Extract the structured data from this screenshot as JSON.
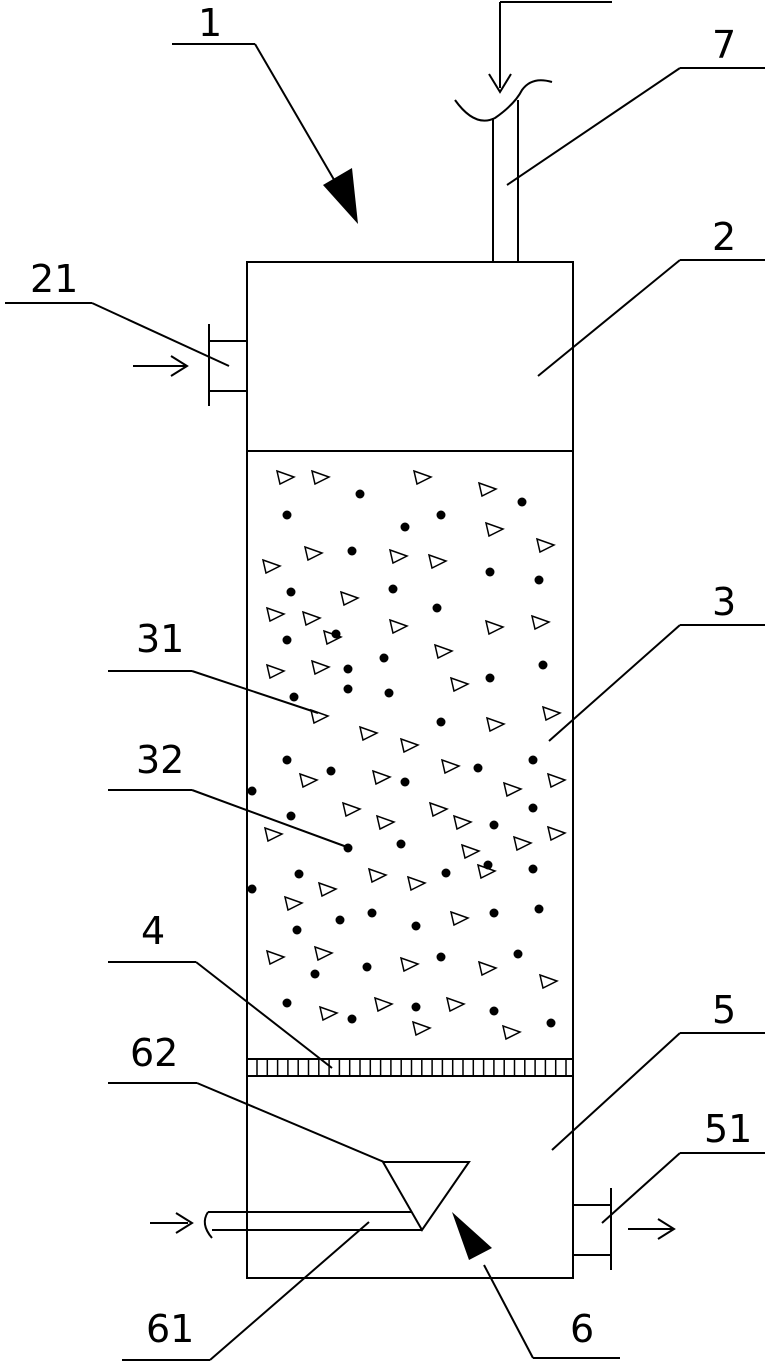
{
  "labels": {
    "l1": "1",
    "l2": "2",
    "l3": "3",
    "l4": "4",
    "l5": "5",
    "l6": "6",
    "l7": "7",
    "l21": "21",
    "l31": "31",
    "l32": "32",
    "l51": "51",
    "l61": "61",
    "l62": "62"
  },
  "colors": {
    "stroke": "#000000",
    "background": "#ffffff"
  }
}
